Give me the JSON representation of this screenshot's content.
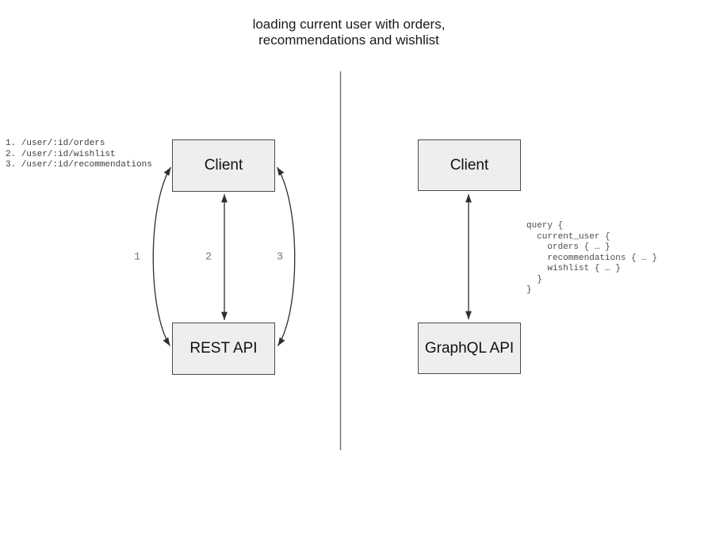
{
  "title": [
    "loading current user with orders,",
    "recommendations and wishlist"
  ],
  "rest_panel": {
    "routes": [
      "1. /user/:id/orders",
      "2. /user/:id/wishlist",
      "3. /user/:id/recommendations"
    ],
    "client_label": "Client",
    "api_label": "REST API",
    "arrow_labels": [
      "1",
      "2",
      "3"
    ]
  },
  "graphql_panel": {
    "client_label": "Client",
    "api_label": "GraphQL API",
    "query": [
      "query {",
      "  current_user {",
      "    orders { … }",
      "    recommendations { … }",
      "    wishlist { … }",
      "  }",
      "}"
    ]
  },
  "colors": {
    "background": "#ffffff",
    "box_fill": "#eeeeee",
    "box_border": "#4a4a4a",
    "arrow": "#2e2e2e",
    "divider": "#757575",
    "muted_text": "#787878",
    "code_text": "#4d4d4d"
  }
}
